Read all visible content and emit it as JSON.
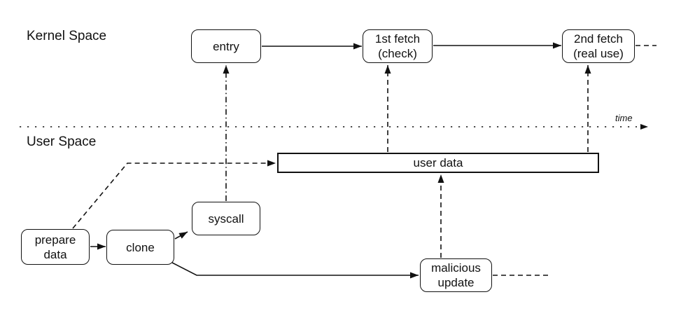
{
  "diagram": {
    "description": "Double-fetch race condition timeline diagram",
    "colors": {
      "line": "#111111",
      "background": "#ffffff",
      "box_fill": "#ffffff"
    }
  },
  "regions": {
    "kernel_label": "Kernel Space",
    "user_label": "User Space"
  },
  "timeline": {
    "label": "time"
  },
  "nodes": {
    "entry": {
      "label": "entry"
    },
    "first_fetch": {
      "line1": "1st fetch",
      "line2": "(check)"
    },
    "second_fetch": {
      "line1": "2nd fetch",
      "line2": "(real use)"
    },
    "user_data": {
      "label": "user data"
    },
    "syscall": {
      "label": "syscall"
    },
    "prepare_data": {
      "line1": "prepare",
      "line2": "data"
    },
    "clone": {
      "label": "clone"
    },
    "malicious_update": {
      "line1": "malicious",
      "line2": "update"
    }
  }
}
